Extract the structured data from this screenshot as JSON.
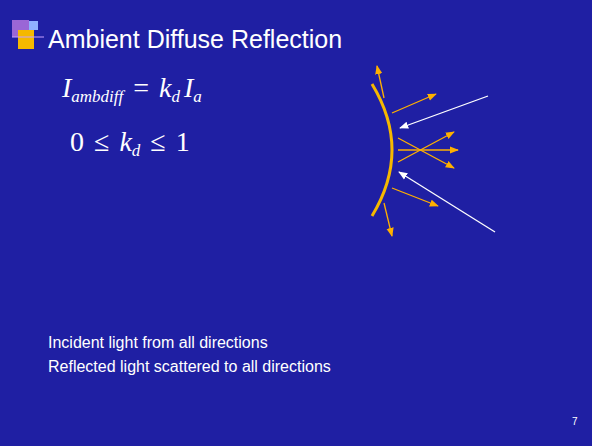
{
  "diagram": {
    "title": "Ambient Diffuse Reflection",
    "labels": [
      "I",
      "ambdiff",
      "=",
      "k",
      "d",
      "I",
      "a",
      "0",
      "≤",
      "k",
      "d",
      "≤",
      "1",
      "Incident light from all directions",
      "Reflected light scattered to all directions",
      "7"
    ]
  }
}
